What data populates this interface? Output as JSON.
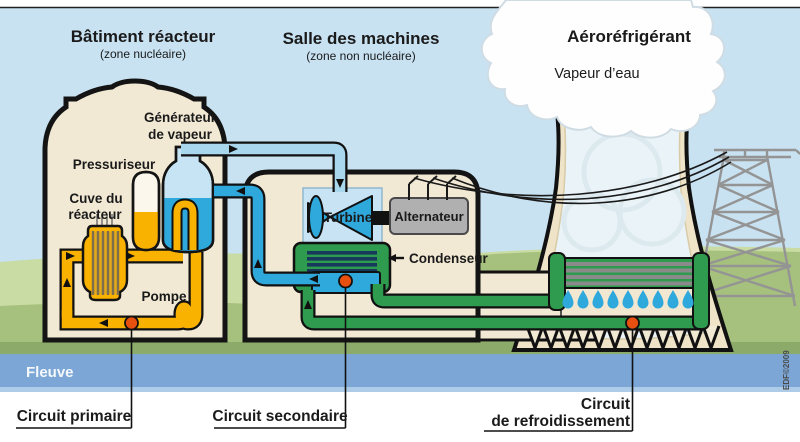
{
  "titles": {
    "reactor_building": "Bâtiment réacteur",
    "reactor_building_sub": "(zone nucléaire)",
    "machine_hall": "Salle des machines",
    "machine_hall_sub": "(zone non nucléaire)",
    "cooling_tower": "Aéroréfrigérant",
    "water_vapor": "Vapeur d’eau"
  },
  "components": {
    "steam_generator_l1": "Générateur",
    "steam_generator_l2": "de vapeur",
    "pressurizer": "Pressuriseur",
    "reactor_vessel_l1": "Cuve du",
    "reactor_vessel_l2": "réacteur",
    "pump": "Pompe",
    "turbine": "Turbine",
    "alternator": "Alternateur",
    "condenser": "Condenseur",
    "river": "Fleuve"
  },
  "circuits": {
    "primary": "Circuit primaire",
    "secondary": "Circuit secondaire",
    "cooling_l1": "Circuit",
    "cooling_l2": "de refroidissement"
  },
  "watermark": "EDF©2009",
  "colors": {
    "primary_circuit": "#F9B200",
    "secondary_water": "#2FA8DC",
    "steam_pipe": "#A9D7EE",
    "cooling_circuit": "#2E9B4E",
    "sampling_dot": "#E8500F",
    "building_fill": "#F2E9D4",
    "sky": "#C8E2F2",
    "ground": "#A6C07D",
    "river": "#7BA6D6",
    "alternator_gray": "#B0B0B0"
  }
}
